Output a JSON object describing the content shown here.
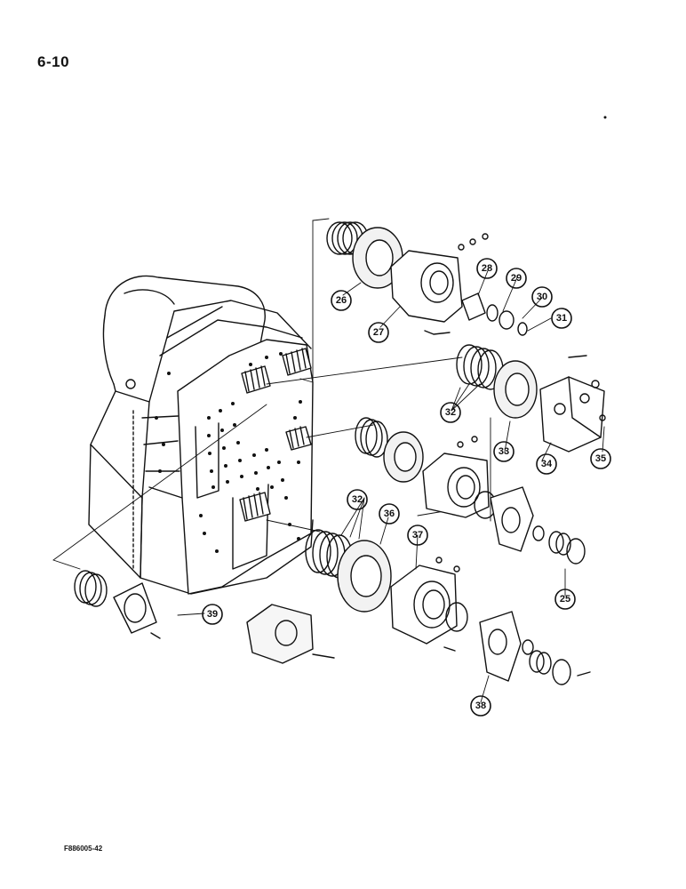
{
  "page_number": "6-10",
  "figure_code": "F886005-42",
  "callouts": {
    "c25": "25",
    "c26": "26",
    "c27": "27",
    "c28": "28",
    "c29": "29",
    "c30": "30",
    "c31": "31",
    "c32a": "32",
    "c32b": "32",
    "c33": "33",
    "c34": "34",
    "c35": "35",
    "c36": "36",
    "c37": "37",
    "c38": "38",
    "c39": "39"
  }
}
